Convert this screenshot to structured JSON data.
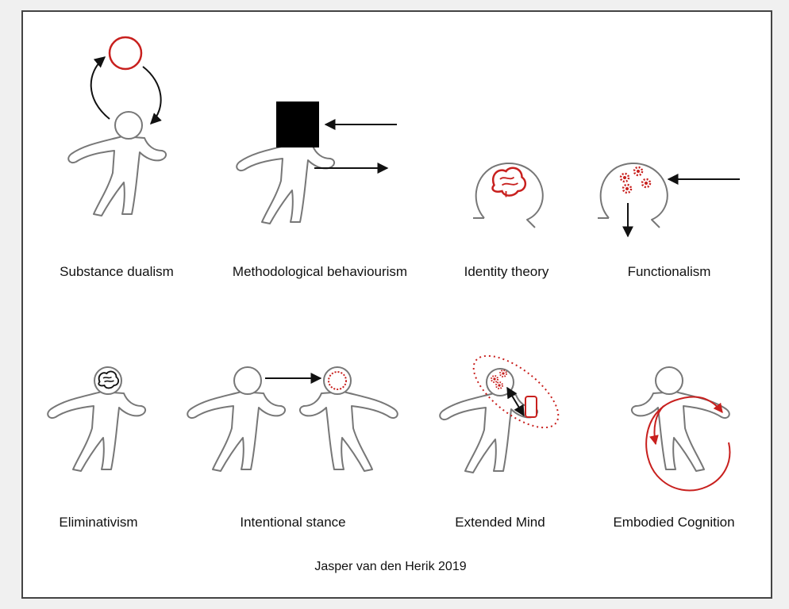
{
  "panels": [
    {
      "label": "Substance dualism"
    },
    {
      "label": "Methodological behaviourism"
    },
    {
      "label": "Identity theory"
    },
    {
      "label": "Functionalism"
    },
    {
      "label": "Eliminativism"
    },
    {
      "label": "Intentional stance"
    },
    {
      "label": "Extended Mind"
    },
    {
      "label": "Embodied Cognition"
    }
  ],
  "credit": "Jasper van den Herik 2019",
  "colors": {
    "accent": "#c8201e",
    "figure_stroke": "#777777",
    "ink": "#111111",
    "frame": "#444444"
  }
}
